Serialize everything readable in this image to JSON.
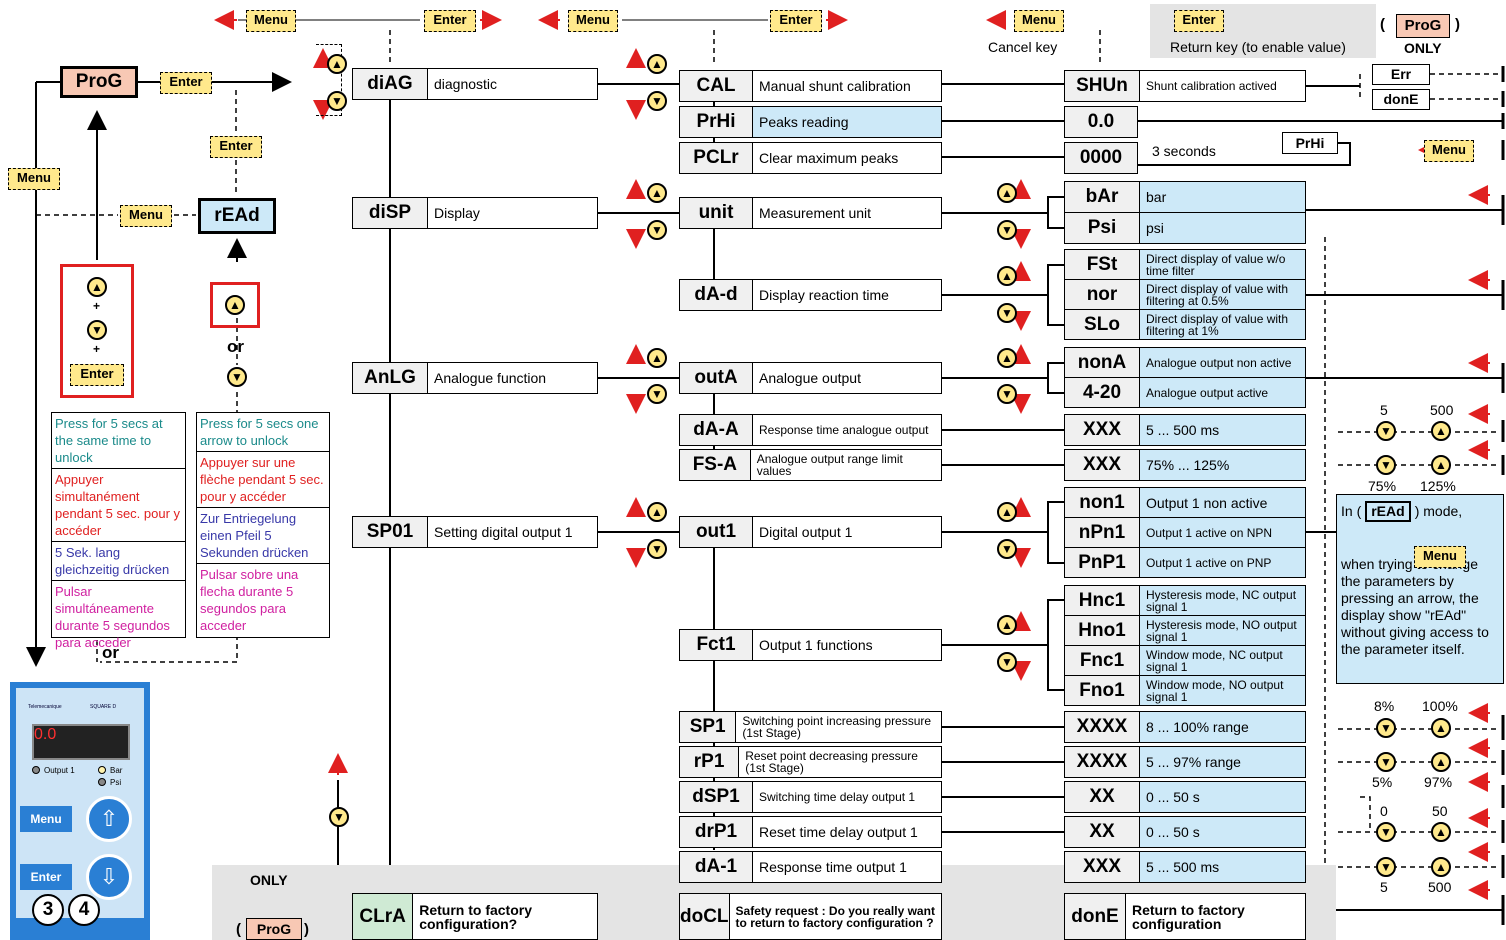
{
  "header": {
    "menu": "Menu",
    "enter": "Enter",
    "cancel_key": "Cancel key",
    "return_key": "Return key (to enable value)",
    "prog": "ProG",
    "only": "ONLY"
  },
  "left": {
    "prog": "ProG",
    "enter": "Enter",
    "menu": "Menu",
    "read": "rEAd",
    "or1": "or",
    "or2": "or",
    "notes_left": [
      "Press for 5 secs at the same time to unlock",
      "Appuyer simultanément pendant 5 sec. pour y accéder",
      "5 Sek. lang gleichzeitig drücken",
      "Pulsar simultáneamente durante 5 segundos para acceder"
    ],
    "notes_right": [
      "Press for 5 secs one arrow to unlock",
      "Appuyer sur une flèche pendant 5 sec. pour y accéder",
      "Zur Entriegelung einen Pfeil 5 Sekunden drücken",
      "Pulsar sobre una flecha durante 5 segundos para acceder"
    ],
    "device": {
      "brand1": "Telemecanique",
      "brand2": "SQUARE D",
      "display": "0.0",
      "output1": "Output 1",
      "bar": "Bar",
      "psi": "Psi",
      "menu": "Menu",
      "enter": "Enter",
      "n3": "3",
      "n4": "4"
    }
  },
  "level1": [
    {
      "code": "diAG",
      "label": "diagnostic"
    },
    {
      "code": "diSP",
      "label": "Display"
    },
    {
      "code": "AnLG",
      "label": "Analogue function"
    },
    {
      "code": "SP01",
      "label": "Setting digital output 1"
    },
    {
      "code": "CLrA",
      "label": "Return to factory configuration?"
    }
  ],
  "level2": [
    {
      "code": "CAL",
      "label": "Manual shunt calibration"
    },
    {
      "code": "PrHi",
      "label": "Peaks reading"
    },
    {
      "code": "PCLr",
      "label": "Clear maximum peaks"
    },
    {
      "code": "unit",
      "label": "Measurement unit"
    },
    {
      "code": "dA-d",
      "label": "Display reaction time"
    },
    {
      "code": "outA",
      "label": "Analogue output"
    },
    {
      "code": "dA-A",
      "label": "Response time analogue output"
    },
    {
      "code": "FS-A",
      "label": "Analogue output range limit values"
    },
    {
      "code": "out1",
      "label": "Digital output 1"
    },
    {
      "code": "Fct1",
      "label": "Output 1 functions"
    },
    {
      "code": "SP1",
      "label": "Switching point increasing pressure (1st Stage)"
    },
    {
      "code": "rP1",
      "label": "Reset point decreasing pressure (1st Stage)"
    },
    {
      "code": "dSP1",
      "label": "Switching time delay output 1"
    },
    {
      "code": "drP1",
      "label": "Reset time delay output 1"
    },
    {
      "code": "dA-1",
      "label": "Response time output 1"
    },
    {
      "code": "doCL",
      "label": "Safety request : Do you really want to return to factory configuration ?"
    }
  ],
  "level3": [
    {
      "code": "SHUn",
      "label": "Shunt calibration actived"
    },
    {
      "code": "0.0",
      "label": ""
    },
    {
      "code": "0000",
      "label": "3 seconds"
    },
    {
      "code": "bAr",
      "label": "bar"
    },
    {
      "code": "Psi",
      "label": "psi"
    },
    {
      "code": "FSt",
      "label": "Direct display of value w/o time filter"
    },
    {
      "code": "nor",
      "label": "Direct display of value with filtering at 0.5%"
    },
    {
      "code": "SLo",
      "label": "Direct display of value with filtering at 1%"
    },
    {
      "code": "nonA",
      "label": "Analogue output non active"
    },
    {
      "code": "4-20",
      "label": "Analogue output active"
    },
    {
      "code": "XXX",
      "label": "5 ... 500 ms"
    },
    {
      "code": "XXX",
      "label": "75% ... 125%"
    },
    {
      "code": "non1",
      "label": "Output 1 non active"
    },
    {
      "code": "nPn1",
      "label": "Output 1 active on NPN"
    },
    {
      "code": "PnP1",
      "label": "Output 1 active on PNP"
    },
    {
      "code": "Hnc1",
      "label": "Hysteresis mode, NC output signal 1"
    },
    {
      "code": "Hno1",
      "label": "Hysteresis mode, NO output signal 1"
    },
    {
      "code": "Fnc1",
      "label": "Window mode, NC output signal 1"
    },
    {
      "code": "Fno1",
      "label": "Window mode, NO output signal 1"
    },
    {
      "code": "XXXX",
      "label": "8 ... 100% range"
    },
    {
      "code": "XXXX",
      "label": "5 ... 97% range"
    },
    {
      "code": "XX",
      "label": "0 ... 50 s"
    },
    {
      "code": "XX",
      "label": "0 ... 50 s"
    },
    {
      "code": "XXX",
      "label": "5 ... 500 ms"
    },
    {
      "code": "donE",
      "label": "Return to factory configuration"
    }
  ],
  "right": {
    "err": "Err",
    "done": "donE",
    "prhi": "PrHi",
    "menu": "Menu",
    "r1a": "5",
    "r1b": "500",
    "r2a": "75%",
    "r2b": "125%",
    "r3a": "8%",
    "r3b": "100%",
    "r4a": "5%",
    "r4b": "97%",
    "r5a": "0",
    "r5b": "50",
    "r6a": "5",
    "r6b": "500",
    "read_note_1": "In (",
    "read_note_read": "rEAd",
    "read_note_2": ") mode,",
    "read_note_menu": "Menu",
    "read_note_text": "when trying to change the parameters by pressing an arrow, the display show \"rEAd\" without giving access to the parameter itself."
  },
  "bottom": {
    "only": "ONLY",
    "prog": "ProG"
  },
  "colors": {
    "red": "#e02020",
    "blue_fill": "#cde9f8",
    "device": "#2a7fd4"
  }
}
